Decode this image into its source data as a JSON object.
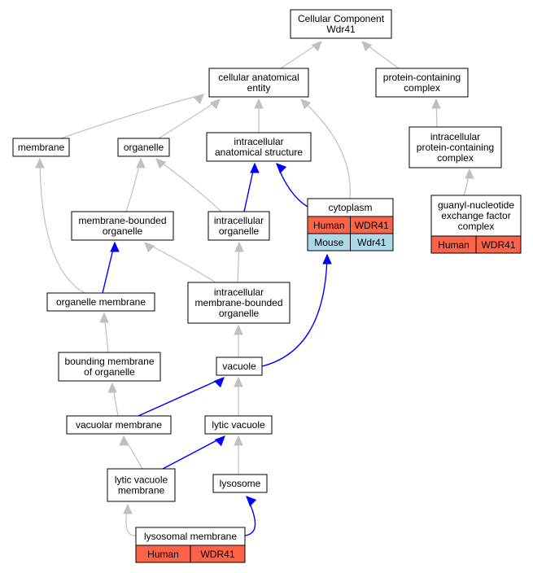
{
  "colors": {
    "human": "#ff6347",
    "mouse": "#add8e6",
    "edge_is_a": "#c0c0c0",
    "edge_part_of": "#0000ff"
  },
  "nodes": {
    "root": {
      "lines": [
        "Cellular Component",
        "Wdr41"
      ]
    },
    "cae": {
      "lines": [
        "cellular anatomical",
        "entity"
      ]
    },
    "pcc": {
      "lines": [
        "protein-containing",
        "complex"
      ]
    },
    "membrane": {
      "lines": [
        "membrane"
      ]
    },
    "organelle": {
      "lines": [
        "organelle"
      ]
    },
    "ias": {
      "lines": [
        "intracellular",
        "anatomical structure"
      ]
    },
    "ipcc": {
      "lines": [
        "intracellular",
        "protein-containing",
        "complex"
      ]
    },
    "cytoplasm": {
      "lines": [
        "cytoplasm"
      ],
      "rows": [
        {
          "species": "Human",
          "gene": "WDR41",
          "color": "#ff6347"
        },
        {
          "species": "Mouse",
          "gene": "Wdr41",
          "color": "#add8e6"
        }
      ]
    },
    "gnef": {
      "lines": [
        "guanyl-nucleotide",
        "exchange factor",
        "complex"
      ],
      "rows": [
        {
          "species": "Human",
          "gene": "WDR41",
          "color": "#ff6347"
        }
      ]
    },
    "mbo": {
      "lines": [
        "membrane-bounded",
        "organelle"
      ]
    },
    "io": {
      "lines": [
        "intracellular",
        "organelle"
      ]
    },
    "om": {
      "lines": [
        "organelle membrane"
      ]
    },
    "imbo": {
      "lines": [
        "intracellular",
        "membrane-bounded",
        "organelle"
      ]
    },
    "bmo": {
      "lines": [
        "bounding membrane",
        "of organelle"
      ]
    },
    "vacuole": {
      "lines": [
        "vacuole"
      ]
    },
    "vm": {
      "lines": [
        "vacuolar membrane"
      ]
    },
    "lv": {
      "lines": [
        "lytic vacuole"
      ]
    },
    "lvm": {
      "lines": [
        "lytic vacuole",
        "membrane"
      ]
    },
    "lysosome": {
      "lines": [
        "lysosome"
      ]
    },
    "lm": {
      "lines": [
        "lysosomal membrane"
      ],
      "rows": [
        {
          "species": "Human",
          "gene": "WDR41",
          "color": "#ff6347"
        }
      ]
    }
  }
}
